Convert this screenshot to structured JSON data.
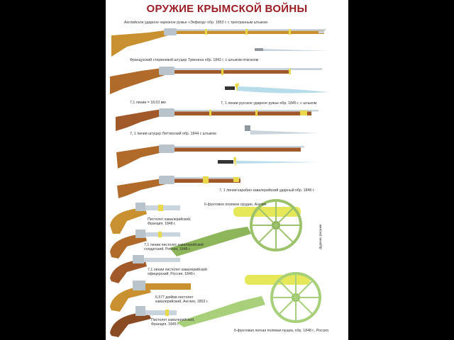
{
  "poster": {
    "title": "ОРУЖИЕ КРЫМСКОЙ ВОЙНЫ",
    "colors": {
      "background": "#000000",
      "poster": "#ffffff",
      "title": "#9b1c22",
      "wood_light": "#c8902f",
      "wood_dark": "#a2592a",
      "metal": "#c9d4dc",
      "brass": "#e8d84a",
      "cannon_green": "#9cc36b",
      "cannon_barrel": "#e6e85a"
    },
    "captions": {
      "enfield": "Английское ударное нарезное ружье «Энфилд» обр. 1853 г. с трехгранным штыком",
      "thouvenin": "Французский стержневой штуцер Тувенена обр. 1842 г. с штыком-ятаганом",
      "caliber": "7,1 линии = 18,03 мм",
      "russian_1845": "7, 1 линии русское ударное ружье обр. 1845 г. с штыком",
      "littikh": "7, 1 линии штуцер Литтихский обр. 1844 с штыком",
      "carbine_1848": "7, 1 линии карабин кавалерийский ударный обр. 1848 г.",
      "gun_england": "6-фунтовое полевое орудие, Англия",
      "pistol_france_1848": [
        "Пистолет кавалерийский,",
        "Франция, 1848 г."
      ],
      "pistol_russia_soldier": [
        "7,1 линии пистолет кавалерийский",
        "солдатский, Россия, 1848 г."
      ],
      "pistol_russia_officer": [
        "7,1 линии пистолет кавалерийский",
        "офицерский, Россия, 1848 г."
      ],
      "pistol_england": [
        "6,577 дюйма пистолет",
        "кавалерийский, Англия, 1853 г."
      ],
      "pistol_france_1845": [
        "Пистолет кавалерийский,",
        "Франция, 1845 г."
      ],
      "gun_russia": "6-фунтовая легкая полевая пушка, обр. 1848 г., Россия",
      "artist_signature": "Дуденко рисунки"
    }
  }
}
